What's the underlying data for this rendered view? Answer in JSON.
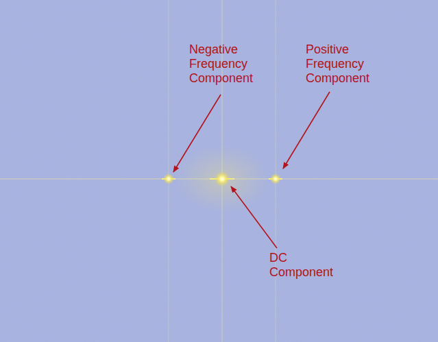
{
  "diagram": {
    "labels": [
      "Negative Frequency Component",
      "Positive Frequency Component",
      "DC Component"
    ]
  }
}
